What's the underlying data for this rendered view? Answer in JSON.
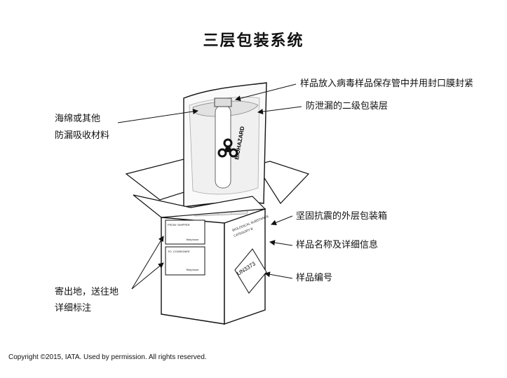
{
  "title": "三层包装系统",
  "labels": {
    "primary_receptacle": "样品放入病毒样品保存管中并用封口膜封紧",
    "secondary_packaging": "防泄漏的二级包装层",
    "absorbent_line1": "海绵或其他",
    "absorbent_line2": "防漏吸收材料",
    "outer_packaging": "坚固抗震的外层包装箱",
    "specimen_info": "样品名称及详细信息",
    "specimen_number": "样品编号",
    "address_line1": "寄出地，送往地",
    "address_line2": "详细标注"
  },
  "box_text": {
    "biohazard": "BIOHAZARD",
    "un_number": "UN3373",
    "side_line1": "BIOLOGICAL SUBSTANCE",
    "side_line2": "CATEGORY B",
    "from_label": "FROM: SHIPPER",
    "from_phone": "Telephone",
    "to_label": "TO: CONSIGNEE",
    "to_phone": "Telephone"
  },
  "copyright": "Copyright ©2015, IATA. Used by permission. All rights reserved."
}
